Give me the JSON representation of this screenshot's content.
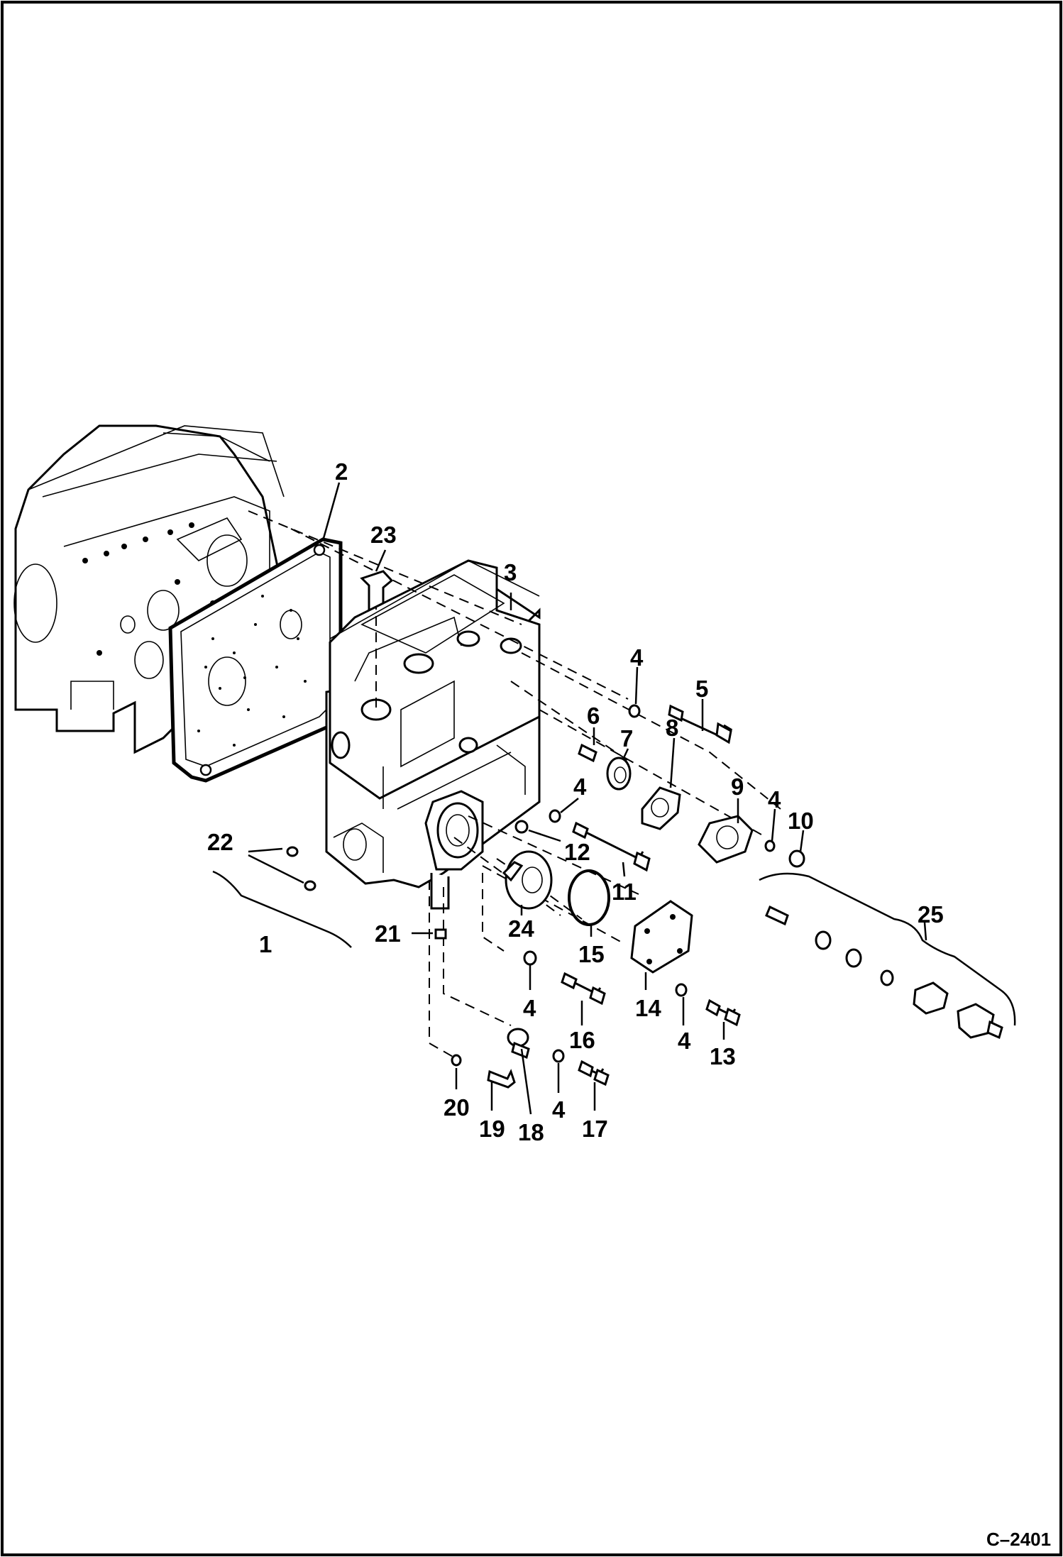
{
  "figure_id": "C–2401",
  "callouts": {
    "c1": "1",
    "c2": "2",
    "c3": "3",
    "c4a": "4",
    "c4b": "4",
    "c4c": "4",
    "c4d": "4",
    "c4e": "4",
    "c4f": "4",
    "c5": "5",
    "c6": "6",
    "c7": "7",
    "c8": "8",
    "c9": "9",
    "c10": "10",
    "c11": "11",
    "c12": "12",
    "c13": "13",
    "c14": "14",
    "c15": "15",
    "c16": "16",
    "c17": "17",
    "c18": "18",
    "c19": "19",
    "c20": "20",
    "c21": "21",
    "c22": "22",
    "c23": "23",
    "c24": "24",
    "c25": "25"
  }
}
